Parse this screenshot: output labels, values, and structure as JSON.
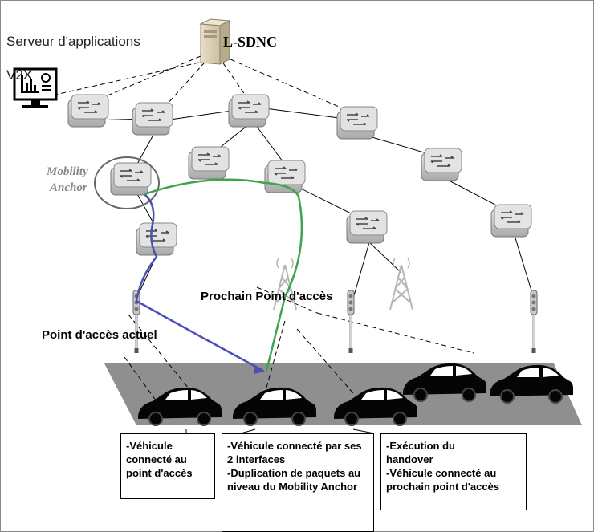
{
  "server": {
    "title_line1": "Serveur d'applications",
    "title_line2": "V2X"
  },
  "controller": {
    "label": "L-SDNC"
  },
  "mobility_anchor": {
    "line1": "Mobility",
    "line2": "Anchor"
  },
  "labels": {
    "next_ap": "Prochain Point d'accès",
    "current_ap": "Point d'accès actuel"
  },
  "notes": {
    "box1": {
      "line1": "-Véhicule",
      "line2": "connecté au",
      "line3": "point d'accès"
    },
    "box2": {
      "line1": "-Véhicule connecté par ses",
      "line2": "2 interfaces",
      "line3": "-Duplication de paquets au",
      "line4": "niveau du Mobility Anchor"
    },
    "box3": {
      "line1": "-Exécution du",
      "line2": "handover",
      "line3": "-Véhicule connecté au",
      "line4": "prochain point d'accès"
    }
  },
  "colors": {
    "blue_path": "#4a4fb5",
    "green_path": "#3ca44a",
    "road": "#8f8f8f",
    "switch": "#c9c9c9"
  }
}
